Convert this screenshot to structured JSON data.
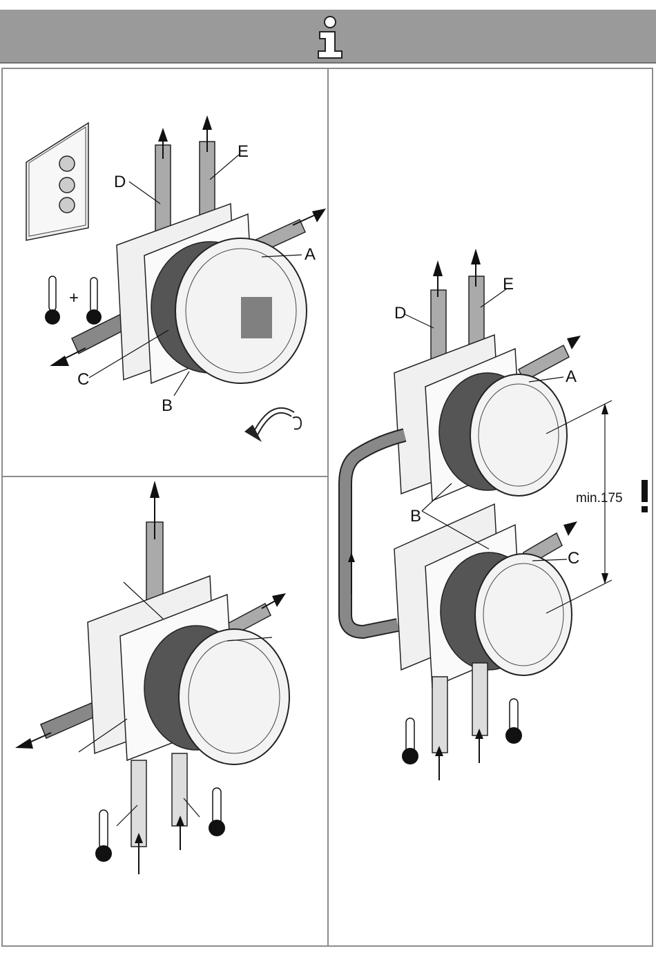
{
  "header": {
    "icon": "info-icon",
    "color": "#9a9a9a"
  },
  "panel_top_left": {
    "labels": {
      "d": "D",
      "e": "E",
      "a": "A",
      "b": "B",
      "c": "C",
      "plus": "+"
    },
    "icons": [
      "wall-panel-three-knobs-icon",
      "cold-thermometer-icon",
      "hot-thermometer-icon",
      "rotate-arrow-icon"
    ]
  },
  "panel_bottom_left": {
    "icons": [
      "cold-thermometer-icon",
      "hot-thermometer-icon"
    ]
  },
  "panel_right": {
    "labels": {
      "d": "D",
      "e": "E",
      "a": "A",
      "b": "B",
      "c": "C"
    },
    "dimension": "min.175",
    "warning": "!",
    "icons": [
      "cold-thermometer-icon",
      "hot-thermometer-icon",
      "warning-icon"
    ]
  }
}
